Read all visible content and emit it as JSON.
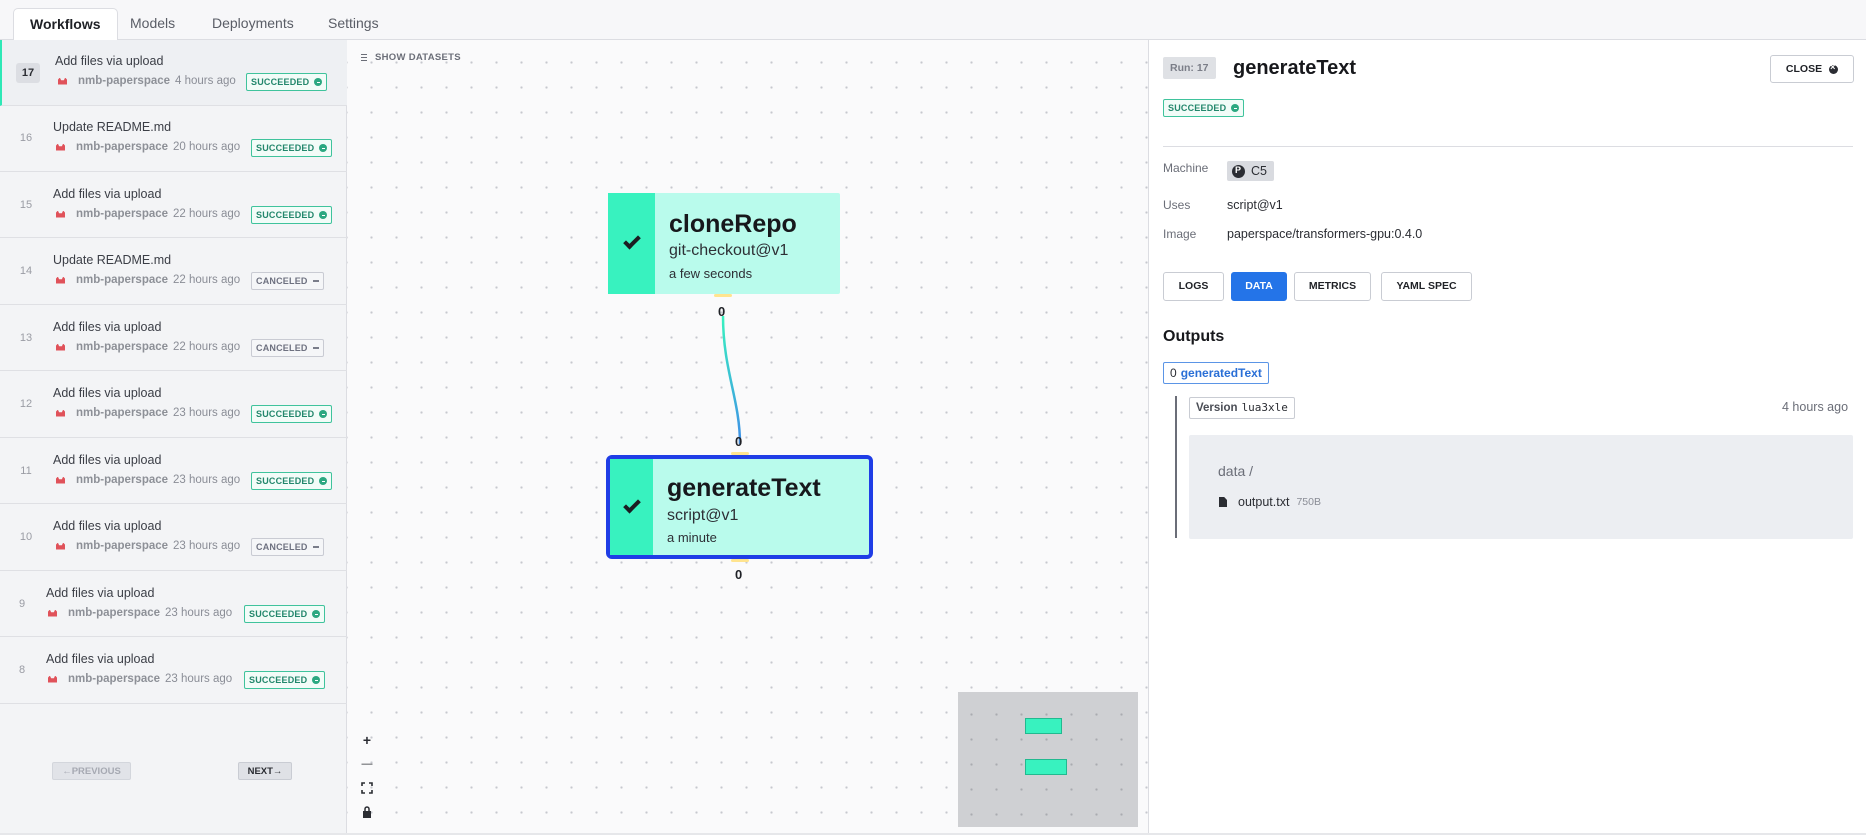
{
  "tabs": [
    {
      "label": "Workflows",
      "active": true
    },
    {
      "label": "Models",
      "active": false
    },
    {
      "label": "Deployments",
      "active": false
    },
    {
      "label": "Settings",
      "active": false
    }
  ],
  "runs": [
    {
      "num": "17",
      "title": "Add files via upload",
      "user": "nmb-paperspace",
      "time": "4 hours ago",
      "status": "SUCCEEDED",
      "selected": true
    },
    {
      "num": "16",
      "title": "Update README.md",
      "user": "nmb-paperspace",
      "time": "20 hours ago",
      "status": "SUCCEEDED"
    },
    {
      "num": "15",
      "title": "Add files via upload",
      "user": "nmb-paperspace",
      "time": "22 hours ago",
      "status": "SUCCEEDED"
    },
    {
      "num": "14",
      "title": "Update README.md",
      "user": "nmb-paperspace",
      "time": "22 hours ago",
      "status": "CANCELED"
    },
    {
      "num": "13",
      "title": "Add files via upload",
      "user": "nmb-paperspace",
      "time": "22 hours ago",
      "status": "CANCELED"
    },
    {
      "num": "12",
      "title": "Add files via upload",
      "user": "nmb-paperspace",
      "time": "23 hours ago",
      "status": "SUCCEEDED"
    },
    {
      "num": "11",
      "title": "Add files via upload",
      "user": "nmb-paperspace",
      "time": "23 hours ago",
      "status": "SUCCEEDED"
    },
    {
      "num": "10",
      "title": "Add files via upload",
      "user": "nmb-paperspace",
      "time": "23 hours ago",
      "status": "CANCELED"
    },
    {
      "num": "9",
      "title": "Add files via upload",
      "user": "nmb-paperspace",
      "time": "23 hours ago",
      "status": "SUCCEEDED"
    },
    {
      "num": "8",
      "title": "Add files via upload",
      "user": "nmb-paperspace",
      "time": "23 hours ago",
      "status": "SUCCEEDED"
    }
  ],
  "pager": {
    "prev": "←PREVIOUS",
    "next": "NEXT→"
  },
  "canvas": {
    "show_datasets": "SHOW DATASETS",
    "nodes": [
      {
        "name": "cloneRepo",
        "uses": "git-checkout@v1",
        "duration": "a few seconds",
        "out_port": "0"
      },
      {
        "name": "generateText",
        "uses": "script@v1",
        "duration": "a minute",
        "in_port": "0",
        "out_port": "0"
      }
    ],
    "zoom_controls": [
      "+",
      "—",
      "fit-view-icon",
      "lock-icon"
    ]
  },
  "panel": {
    "run_label": "Run: 17",
    "title": "generateText",
    "close_label": "CLOSE",
    "status": "SUCCEEDED",
    "machine_key": "Machine",
    "machine_val": "C5",
    "uses_key": "Uses",
    "uses_val": "script@v1",
    "image_key": "Image",
    "image_val": "paperspace/transformers-gpu:0.4.0",
    "buttons": [
      "LOGS",
      "DATA",
      "METRICS",
      "YAML SPEC"
    ],
    "active_button": "DATA",
    "outputs_heading": "Outputs",
    "output_index": "0",
    "output_name": "generatedText",
    "version_label": "Version",
    "version_id": "lua3xle",
    "version_time": "4 hours ago",
    "path": "data /",
    "file_name": "output.txt",
    "file_size": "750B"
  },
  "colors": {
    "accent": "#2474e8",
    "node_strip": "#38f2bf",
    "node_body": "#b9fbec",
    "selected_node_border": "#1f3de6",
    "success": "#23876c"
  }
}
